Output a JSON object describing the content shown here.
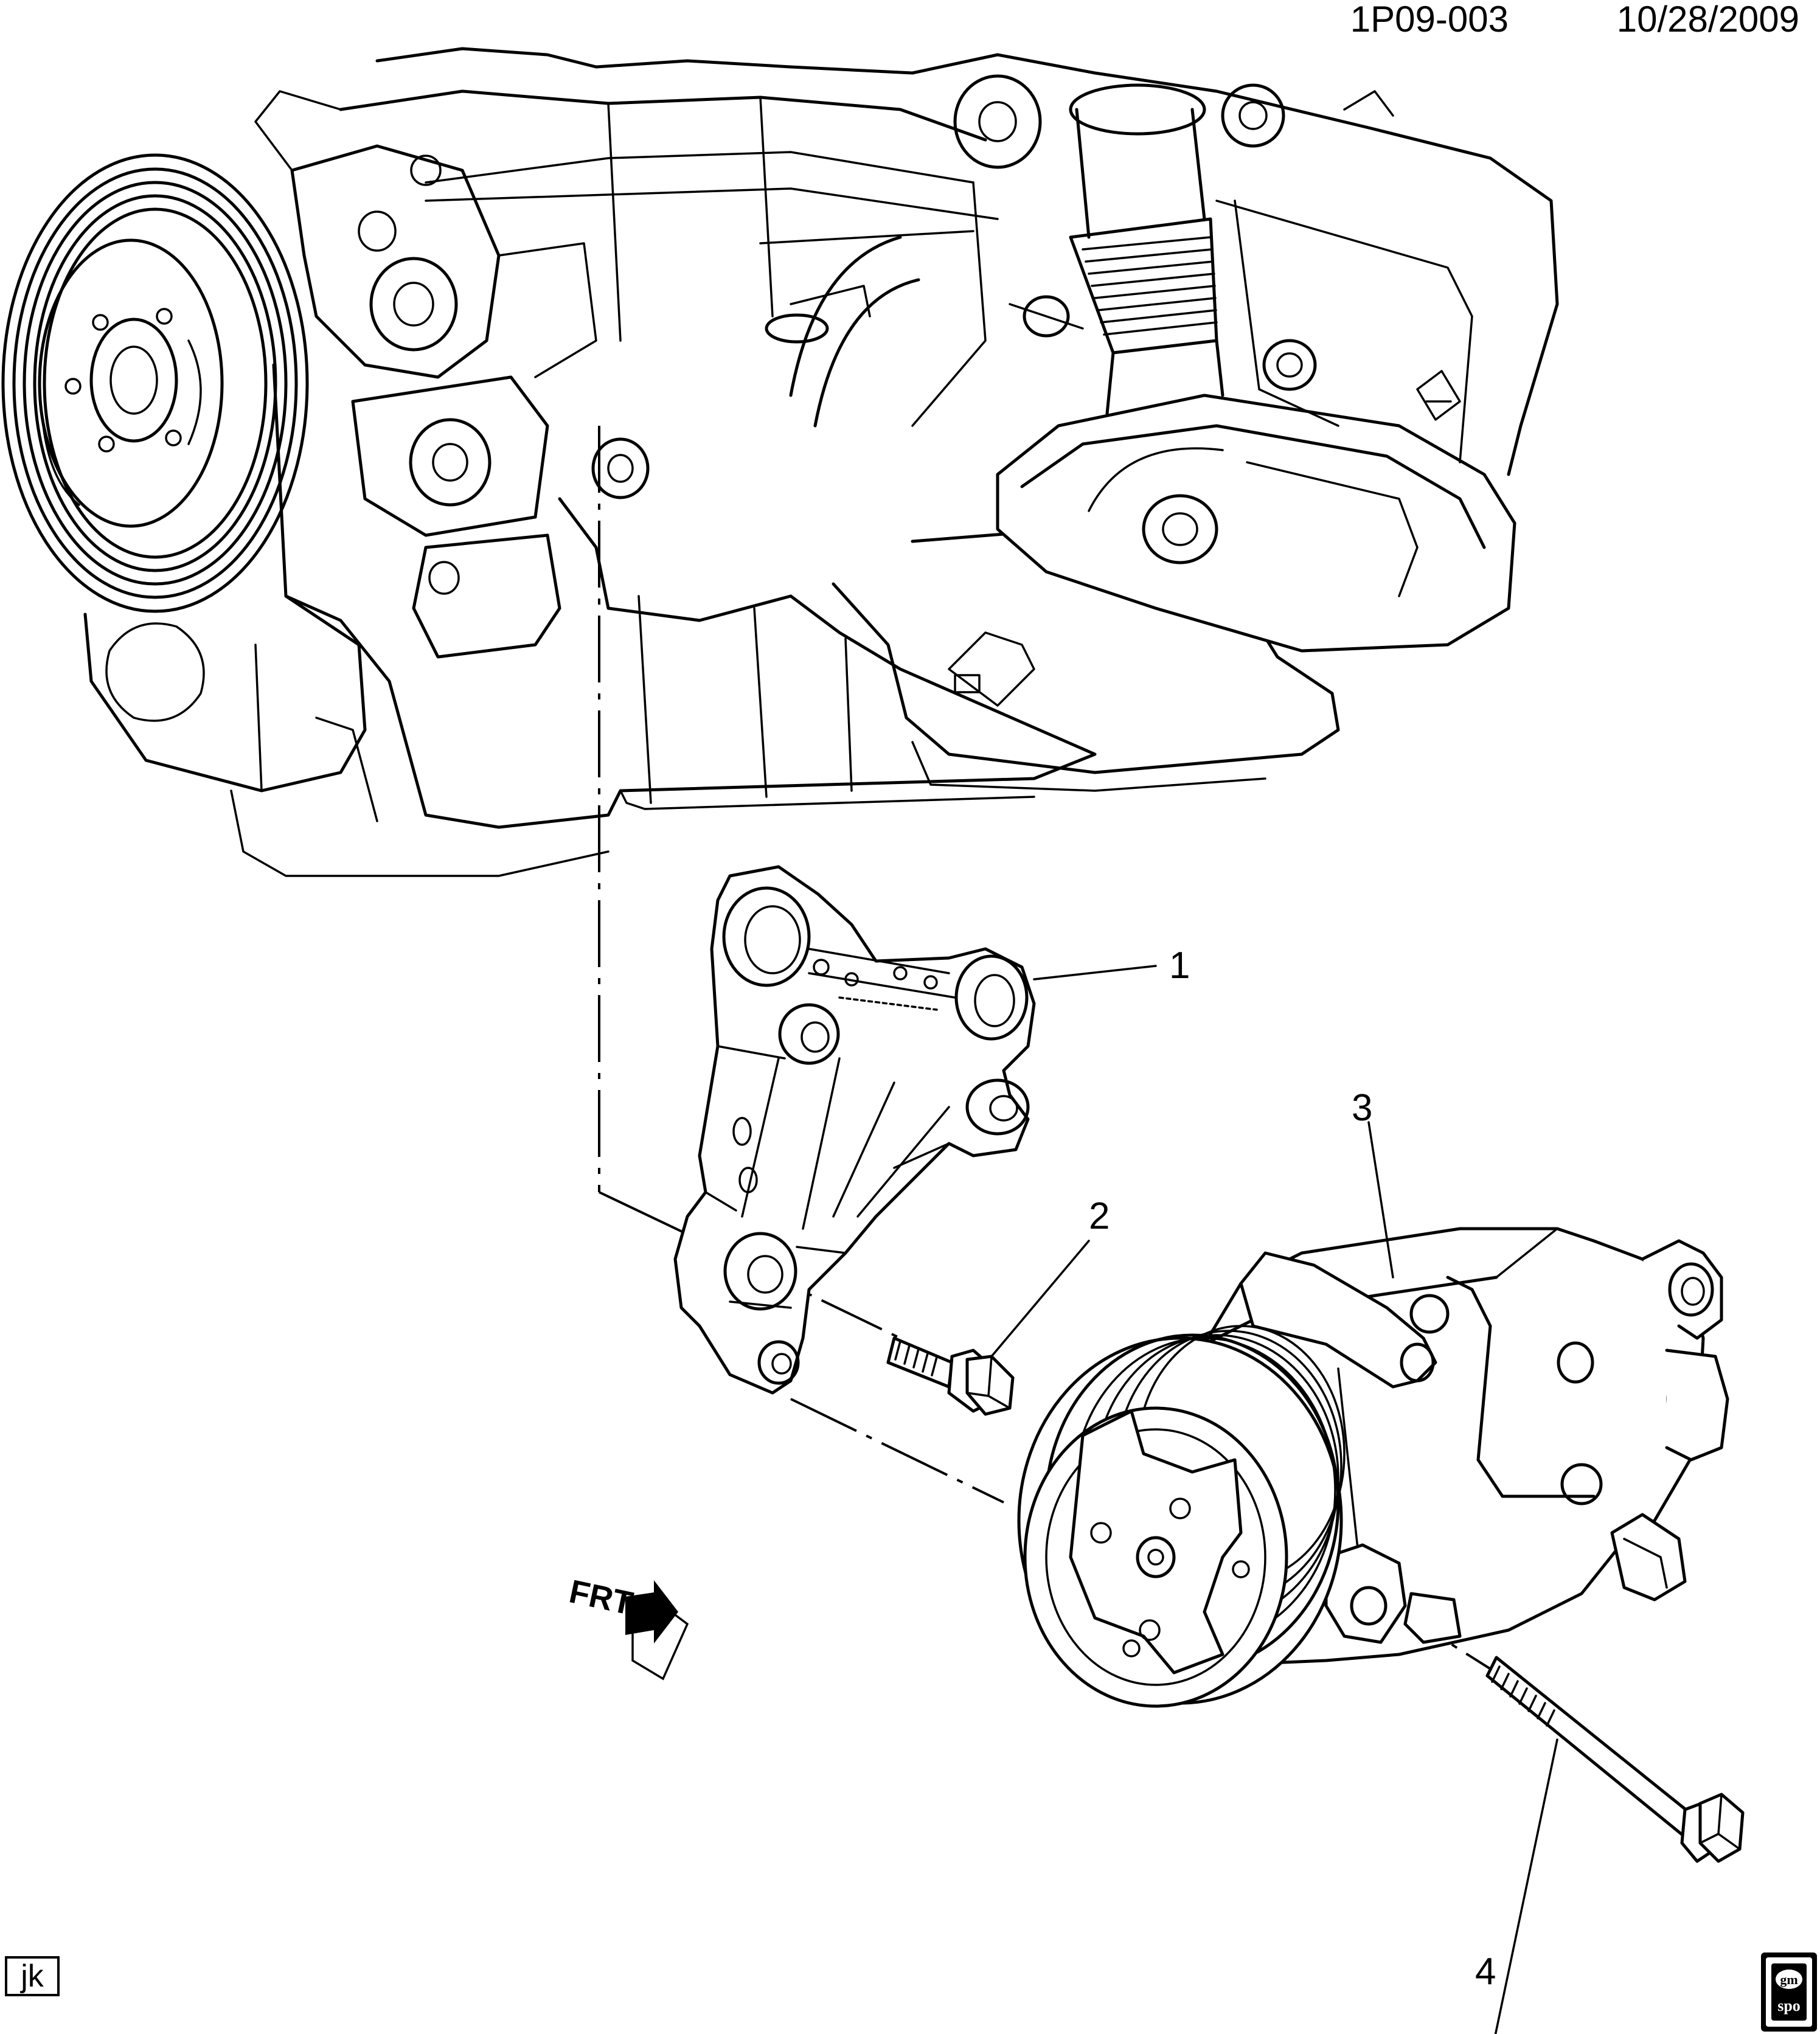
{
  "header": {
    "drawing_id": "1P09-003",
    "date": "10/28/2009"
  },
  "callouts": [
    {
      "id": "callout-1",
      "text": "1"
    },
    {
      "id": "callout-2",
      "text": "2"
    },
    {
      "id": "callout-3",
      "text": "3"
    },
    {
      "id": "callout-4",
      "text": "4"
    }
  ],
  "direction_marker": {
    "text": "FRT",
    "icon": "front-arrow-icon"
  },
  "footer": {
    "author_initials": "jk",
    "logo_text_top": "gm",
    "logo_text_bottom": "spo",
    "logo_icon": "gm-spo-logo-icon"
  }
}
